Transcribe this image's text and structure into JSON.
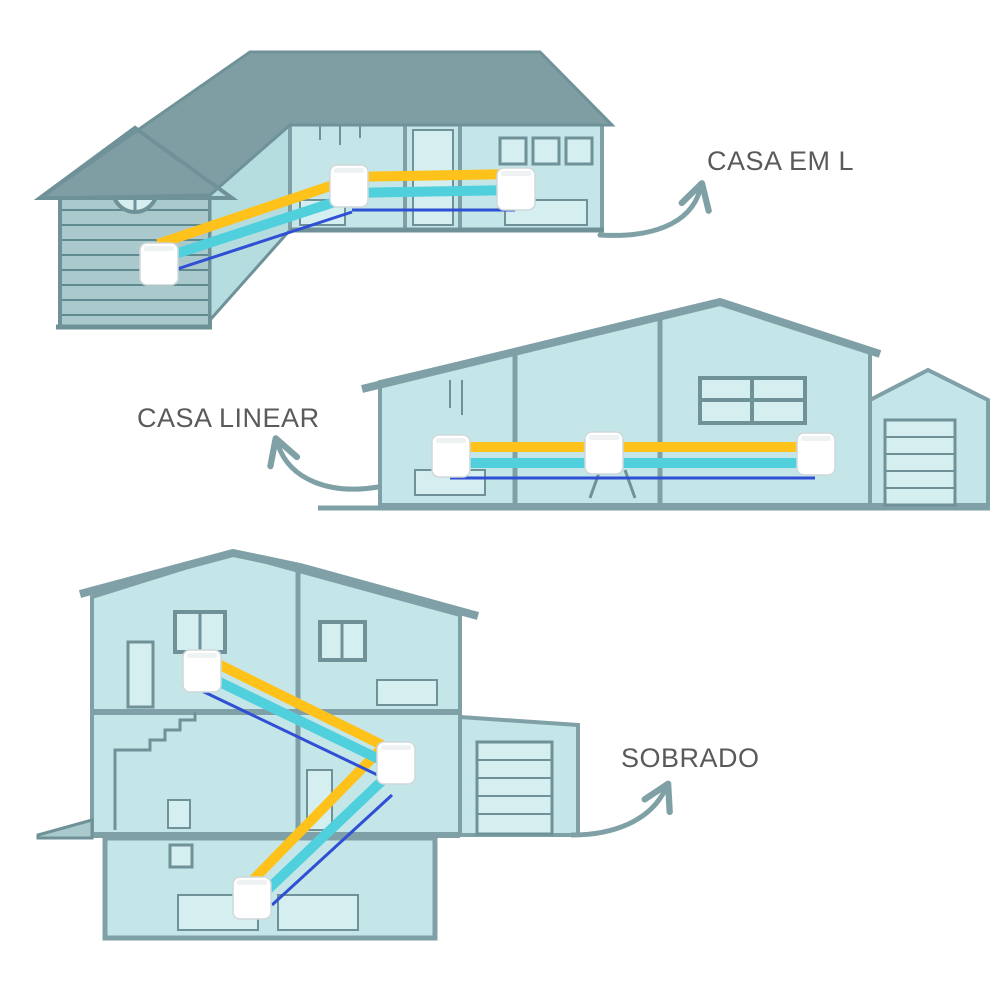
{
  "labels": {
    "l_house": "CASA EM L",
    "linear_house": "CASA LINEAR",
    "two_story": "SOBRADO"
  },
  "colors": {
    "outline": "#7fa0a6",
    "roof": "#7f9ea3",
    "wall": "#b5dde0",
    "wall_light": "#d5eef0",
    "siding": "#a9c9cc",
    "siding_line": "#5f8a90",
    "arrow": "#7fa0a4",
    "link_yellow": "#ffc21a",
    "link_cyan": "#4fd0dc",
    "link_blue": "#2f4fd4",
    "node": "#ffffff",
    "label_text": "#5a5a5a"
  },
  "nodes": [
    "mesh-node-l-left",
    "mesh-node-l-middle",
    "mesh-node-l-right",
    "mesh-node-linear-left",
    "mesh-node-linear-middle",
    "mesh-node-linear-right",
    "mesh-node-sobrado-top",
    "mesh-node-sobrado-middle",
    "mesh-node-sobrado-bottom"
  ]
}
